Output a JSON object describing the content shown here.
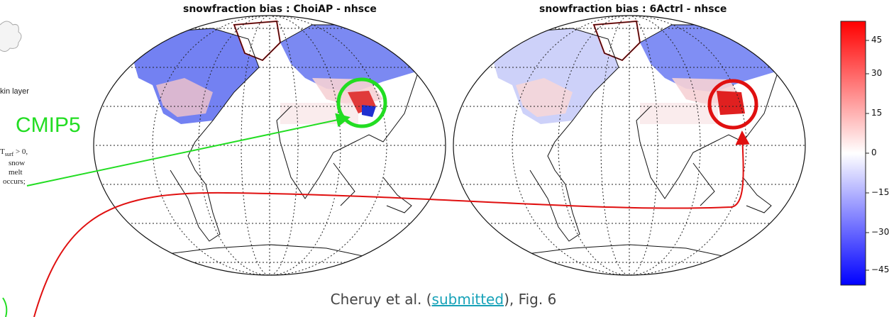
{
  "maps": [
    {
      "title": "snowfraction bias : ChoiAP - nhsce",
      "highlight_color": "#22dd22"
    },
    {
      "title": "snowfraction bias : 6Actrl - nhsce",
      "highlight_color": "#e01010"
    }
  ],
  "left_panel": {
    "skin_text": "kin layer",
    "cmip_label": "CMIP5",
    "cmip_color": "#22dd22",
    "eq_T": "T",
    "eq_sub": "surf",
    "eq_rest": " > 0,",
    "eq_line2": "snow",
    "eq_line3": "melt",
    "eq_line4": "occurs;"
  },
  "colorbar": {
    "ticks": [
      "45",
      "30",
      "15",
      "0",
      "−15",
      "−30",
      "−45"
    ],
    "range": [
      -50,
      50
    ],
    "colors": {
      "max": "#ff0000",
      "mid": "#ffffff",
      "min": "#0000ff"
    }
  },
  "caption": {
    "prefix": "Cheruy et al. (",
    "link": "submitted",
    "suffix": "), Fig. 6"
  },
  "arrows": {
    "green": "#22dd22",
    "red": "#e01010"
  }
}
